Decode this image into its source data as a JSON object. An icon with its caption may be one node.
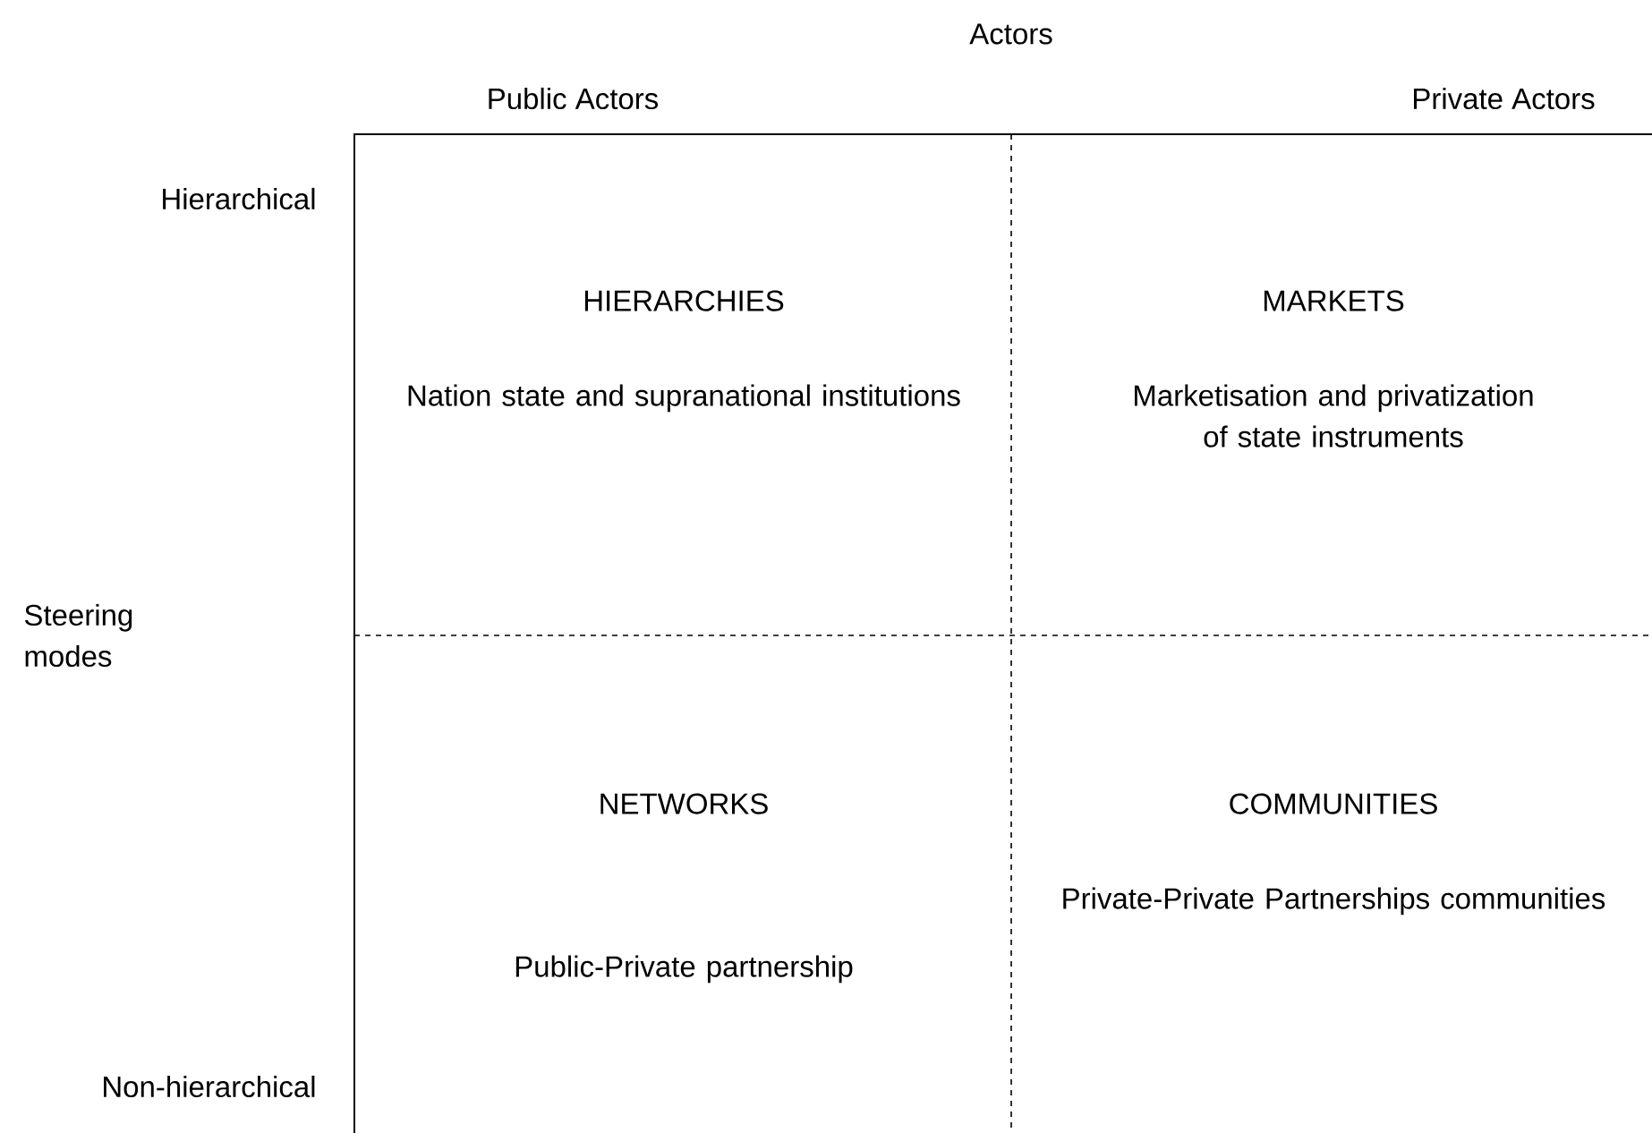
{
  "diagram": {
    "nodes": [
      {
        "text": [
          "HIERARCHIES",
          "Nation state and supranational institutions"
        ]
      },
      {
        "text": [
          "MARKETS",
          "Marketisation and privatization of state instruments"
        ]
      },
      {
        "text": [
          "NETWORKS",
          "Public-Private partnership"
        ]
      },
      {
        "text": [
          "COMMUNITIES",
          "Private-Private Partnerships communities"
        ]
      }
    ],
    "labels": [
      "Actors",
      "Public Actors",
      "Private Actors",
      "Hierarchical",
      "Steering modes",
      "Non-hierarchical"
    ]
  }
}
